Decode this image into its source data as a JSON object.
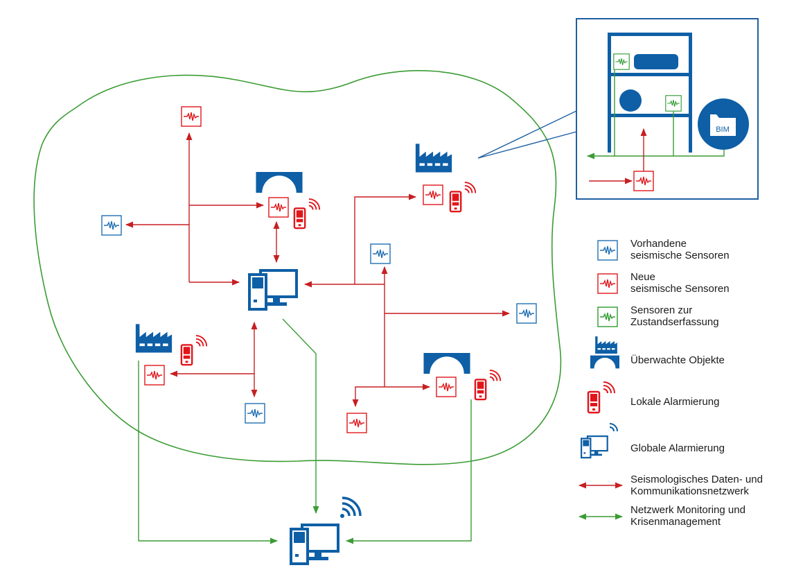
{
  "colors": {
    "existing_sensor": "#1f6fb2",
    "new_sensor": "#e0161b",
    "condition_sensor": "#2e9a2e",
    "object": "#0e5fa6",
    "seismic_network": "#c71f22",
    "monitoring_network": "#3a9c34",
    "region_boundary": "#3a9c34"
  },
  "icons": {
    "existing_sensor": "wave-sensor-icon",
    "new_sensor": "wave-sensor-icon",
    "condition_sensor": "wave-sensor-icon",
    "factory": "factory-icon",
    "bridge": "bridge-icon",
    "local_alarm": "phone-alarm-icon",
    "global_alarm": "computer-alarm-icon",
    "bim": "folder-icon"
  },
  "inset": {
    "bim_label": "BIM"
  },
  "legend": {
    "existing_sensors_line1": "Vorhandene",
    "existing_sensors_line2": "seismische Sensoren",
    "new_sensors_line1": "Neue",
    "new_sensors_line2": "seismische Sensoren",
    "condition_sensors_line1": "Sensoren zur",
    "condition_sensors_line2": "Zustandserfassung",
    "monitored_objects": "Überwachte Objekte",
    "local_alarm": "Lokale Alarmierung",
    "global_alarm": "Globale Alarmierung",
    "seismic_network_line1": "Seismologisches Daten- und",
    "seismic_network_line2": "Kommunikationsnetzwerk",
    "monitoring_network_line1": "Netzwerk Monitoring und",
    "monitoring_network_line2": "Krisenmanagement"
  }
}
